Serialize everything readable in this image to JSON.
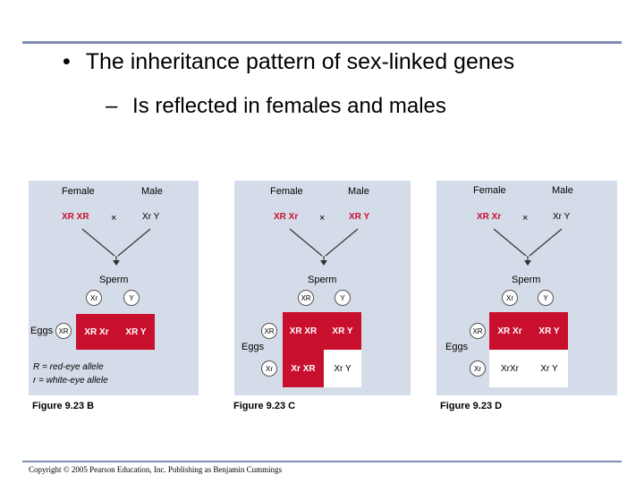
{
  "title": {
    "bullet": "•",
    "text": "The inheritance pattern of sex-linked genes"
  },
  "subtitle": {
    "dash": "–",
    "text": "Is reflected in females and males"
  },
  "panels": [
    {
      "female_label": "Female",
      "male_label": "Male",
      "female_genotype": "XR XR",
      "cross": "×",
      "male_genotype": "Xr Y",
      "sperm_label": "Sperm",
      "sperm": [
        "Xr",
        "Y"
      ],
      "eggs_label": "Eggs",
      "eggs": [
        "XR"
      ],
      "cells": [
        [
          "XR Xr",
          "XR Y"
        ]
      ],
      "legend": [
        "R = red-eye allele",
        "r = white-eye allele"
      ],
      "figure": "Figure 9.23 B"
    },
    {
      "female_label": "Female",
      "male_label": "Male",
      "female_genotype": "XR Xr",
      "cross": "×",
      "male_genotype": "XR Y",
      "sperm_label": "Sperm",
      "sperm": [
        "XR",
        "Y"
      ],
      "eggs_label": "Eggs",
      "eggs": [
        "XR",
        "Xr"
      ],
      "cells": [
        [
          "XR XR",
          "XR Y"
        ],
        [
          "Xr XR",
          "Xr Y"
        ]
      ],
      "figure": "Figure 9.23 C"
    },
    {
      "female_label": "Female",
      "male_label": "Male",
      "female_genotype": "XR Xr",
      "cross": "×",
      "male_genotype": "Xr Y",
      "sperm_label": "Sperm",
      "sperm": [
        "Xr",
        "Y"
      ],
      "eggs_label": "Eggs",
      "eggs": [
        "XR",
        "Xr"
      ],
      "cells": [
        [
          "XR Xr",
          "XR Y"
        ],
        [
          "XrXr",
          "Xr Y"
        ]
      ],
      "figure": "Figure 9.23 D"
    }
  ],
  "copyright": "Copyright © 2005 Pearson Education, Inc. Publishing as Benjamin Cummings",
  "colors": {
    "rule": "#7f8db1",
    "panel": "#d5dce9",
    "red": "#c8102e"
  }
}
